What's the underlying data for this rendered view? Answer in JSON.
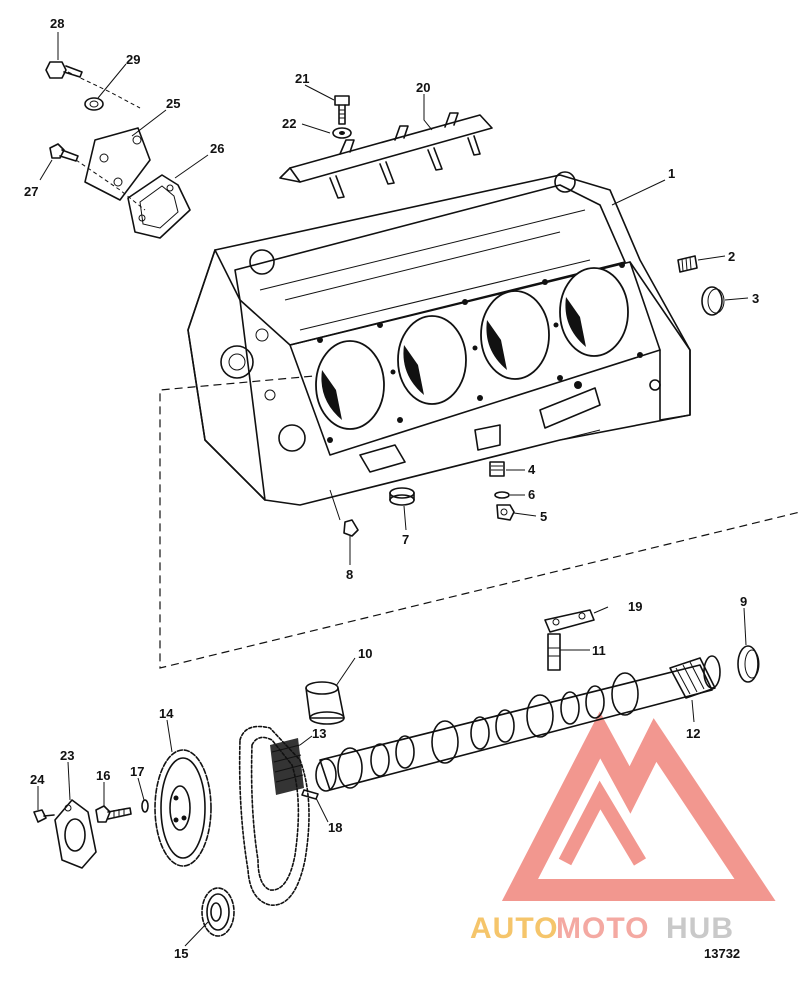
{
  "diagram": {
    "figure_number": "13732",
    "callouts": [
      "1",
      "2",
      "3",
      "4",
      "5",
      "6",
      "7",
      "8",
      "9",
      "10",
      "11",
      "12",
      "13",
      "14",
      "15",
      "16",
      "17",
      "18",
      "19",
      "20",
      "21",
      "22",
      "23",
      "24",
      "25",
      "26",
      "27",
      "28",
      "29"
    ]
  },
  "watermark": {
    "part1": "AUTO",
    "part2": "MOTO",
    "part3": "HUB",
    "color_part1": "#f5c56b",
    "color_part2": "#f4a9a2",
    "color_part3": "#c9c9c9",
    "logo_color": "#f0857c"
  }
}
